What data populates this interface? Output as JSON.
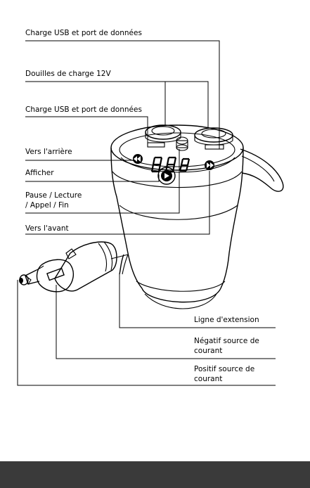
{
  "labels": {
    "usb_top": "Charge USB et port de données",
    "sockets_12v": "Douilles de charge 12V",
    "usb_middle": "Charge USB et port de données",
    "back": "Vers l'arrière",
    "display": "Afficher",
    "pause_line1": "Pause / Lecture",
    "pause_line2": "/ Appel / Fin",
    "forward": "Vers l'avant",
    "extension_line": "Ligne d'extension",
    "negative_line1": "Négatif source de",
    "negative_line2": "courant",
    "positive_line1": "Positif source de",
    "positive_line2": "courant"
  },
  "colors": {
    "footer": "#3a3a3a",
    "ink": "#000000"
  },
  "icons": {
    "back": "rewind-icon",
    "forward": "fast-forward-icon",
    "play": "play-pause-icon"
  }
}
